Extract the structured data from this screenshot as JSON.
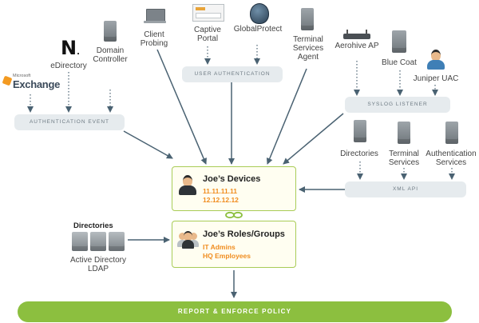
{
  "sources": {
    "exchange": {
      "ms": "Microsoft",
      "name": "Exchange"
    },
    "edirectory": "eDirectory",
    "domain_controller": [
      "Domain",
      "Controller"
    ],
    "client_probing": [
      "Client",
      "Probing"
    ],
    "captive_portal": [
      "Captive",
      "Portal"
    ],
    "globalprotect": "GlobalProtect",
    "terminal_services_agent": [
      "Terminal",
      "Services",
      "Agent"
    ],
    "aerohive_ap": "Aerohive AP",
    "blue_coat": "Blue Coat",
    "juniper_uac": "Juniper UAC",
    "directories": "Directories",
    "terminal_services": [
      "Terminal",
      "Services"
    ],
    "authentication_services": [
      "Authentication",
      "Services"
    ]
  },
  "collectors": {
    "authentication_event": "AUTHENTICATION EVENT",
    "user_authentication": "USER AUTHENTICATION",
    "syslog_listener": "SYSLOG LISTENER",
    "xml_api": "XML API"
  },
  "devices": {
    "title": "Joe’s Devices",
    "ips": [
      "11.11.11.11",
      "12.12.12.12"
    ]
  },
  "roles": {
    "title": "Joe’s Roles/Groups",
    "groups": [
      "IT Admins",
      "HQ Employees"
    ]
  },
  "directories_group": {
    "title": "Directories",
    "caption": [
      "Active Directory",
      "LDAP"
    ]
  },
  "policy_bar": "REPORT & ENFORCE POLICY",
  "colors": {
    "accent_green": "#8cbf3f",
    "card_border": "#a9cc57",
    "highlight_orange": "#f08c1e",
    "arrow": "#4a6272",
    "pill": "#e6ebee"
  }
}
